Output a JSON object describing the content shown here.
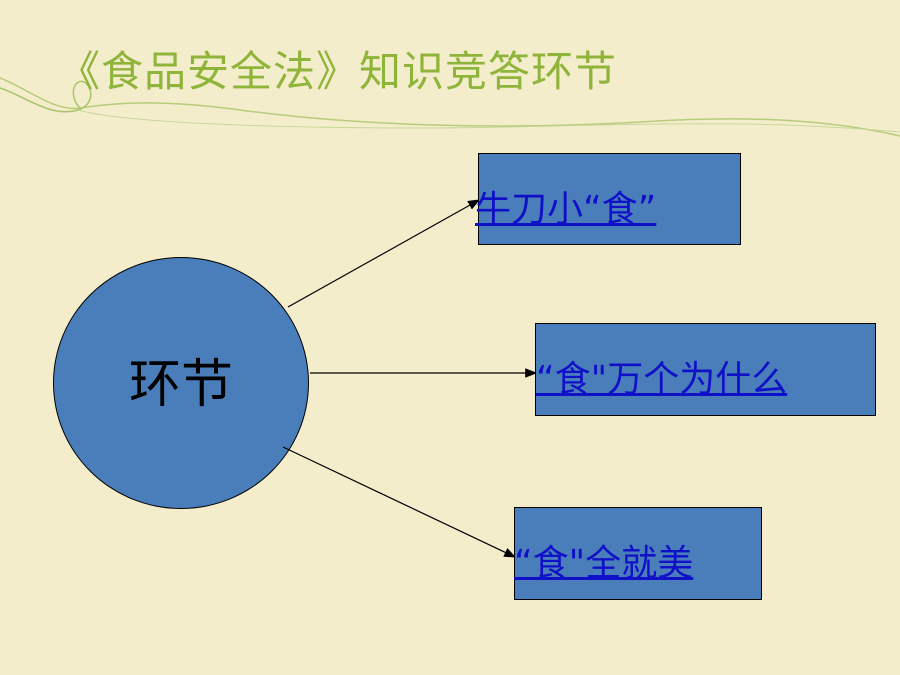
{
  "slide": {
    "title": "《食品安全法》知识竞答环节",
    "hub_label": "环节",
    "links": [
      {
        "label": "牛刀小“食”"
      },
      {
        "label": "“食\"万个为什么"
      },
      {
        "label": "“食\"全就美"
      }
    ]
  },
  "colors": {
    "background": "#f3edcb",
    "title": "#8fb43a",
    "shape_fill": "#4a7ebb",
    "link": "#1010c8",
    "decor_line": "#a8c46a"
  }
}
